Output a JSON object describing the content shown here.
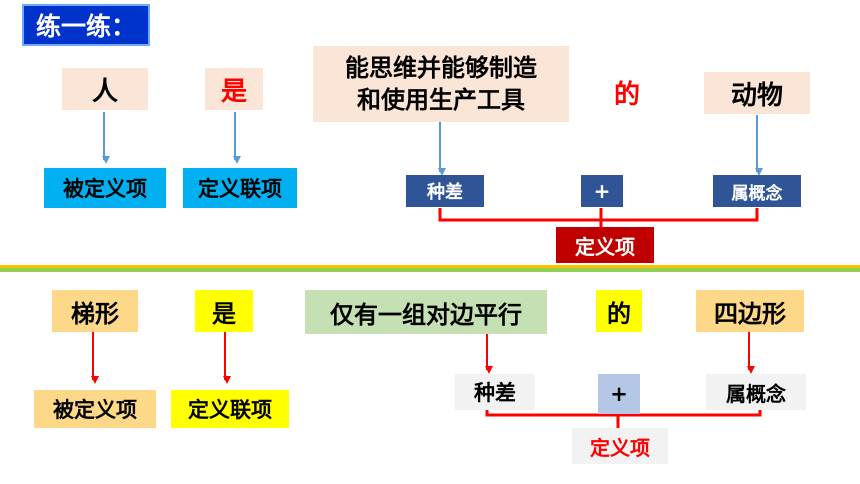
{
  "title": "练一练：",
  "top": {
    "subject": "人",
    "copula": "是",
    "differentia": [
      "能思维并能够制造",
      "和使用生产工具"
    ],
    "particle": "的",
    "genus": "动物",
    "label_definiendum": "被定义项",
    "label_copula": "定义联项",
    "label_differentia": "种差",
    "plus": "+",
    "label_genus": "属概念",
    "label_definiens": "定义项"
  },
  "bottom": {
    "subject": "梯形",
    "copula": "是",
    "differentia": "仅有一组对边平行",
    "particle": "的",
    "genus": "四边形",
    "label_definiendum": "被定义项",
    "label_copula": "定义联项",
    "label_differentia": "种差",
    "plus": "+",
    "label_genus": "属概念",
    "label_definiens": "定义项"
  },
  "colors": {
    "title_bg": "#0033cc",
    "peach": "#fbe5d6",
    "cyan": "#00b0f0",
    "navy": "#2f5597",
    "crimson": "#c00000",
    "red": "#ff0000",
    "divider": "#92d050",
    "divider_gold": "#ffc000",
    "orange_light": "#fdd889",
    "yellow": "#ffff00",
    "green_light": "#c5e0b3",
    "lightgray": "#f2f2f2",
    "periwinkle": "#b4c7e7",
    "arrow_blue": "#5b9bd5"
  }
}
